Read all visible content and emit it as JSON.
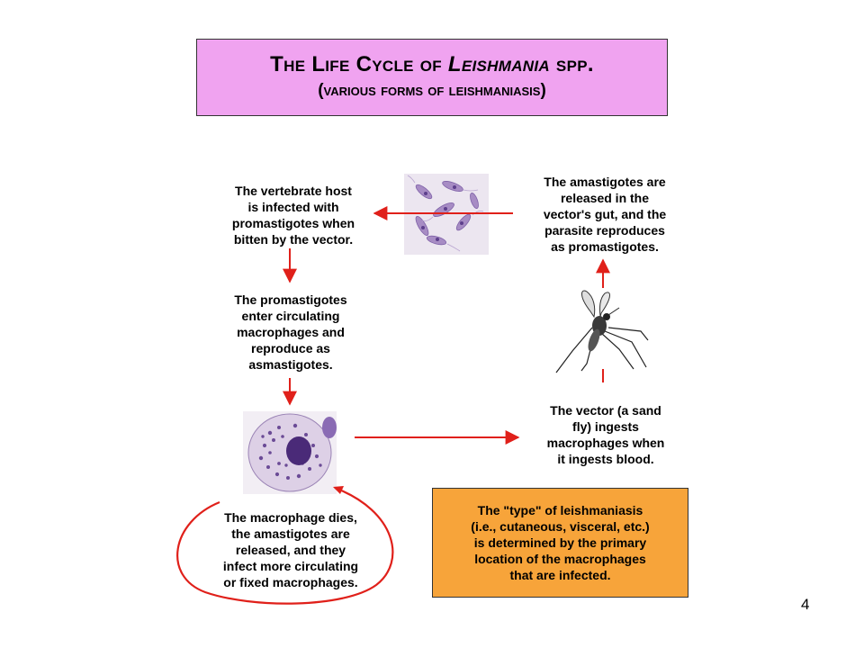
{
  "title": {
    "part1": "The Life Cycle of ",
    "italic": "Leishmania",
    "part2": " spp.",
    "subtitle": "(various forms of leishmaniasis)"
  },
  "steps": {
    "host_infected": [
      "The vertebrate host",
      "is infected with",
      "promastigotes when",
      "bitten by the vector."
    ],
    "enter_macrophages": [
      "The promastigotes",
      "enter circulating",
      "macrophages and",
      "reproduce as",
      "asmastigotes."
    ],
    "macrophage_dies": [
      "The macrophage dies,",
      "the amastigotes are",
      "released, and they",
      "infect more circulating",
      "or fixed macrophages."
    ],
    "vector_ingests": [
      "The vector (a sand",
      "fly) ingests",
      "macrophages when",
      "it ingests blood."
    ],
    "released_in_gut": [
      "The amastigotes are",
      "released in the",
      "vector's gut, and the",
      "parasite reproduces",
      "as promastigotes."
    ]
  },
  "info_box": [
    "The \"type\" of leishmaniasis",
    "(i.e., cutaneous, visceral, etc.)",
    "is determined by the primary",
    "location of the macrophages",
    "that are infected."
  ],
  "page_number": "4",
  "colors": {
    "title_bg": "#f0a3f0",
    "info_bg": "#f7a43a",
    "arrow": "#e0201a"
  }
}
